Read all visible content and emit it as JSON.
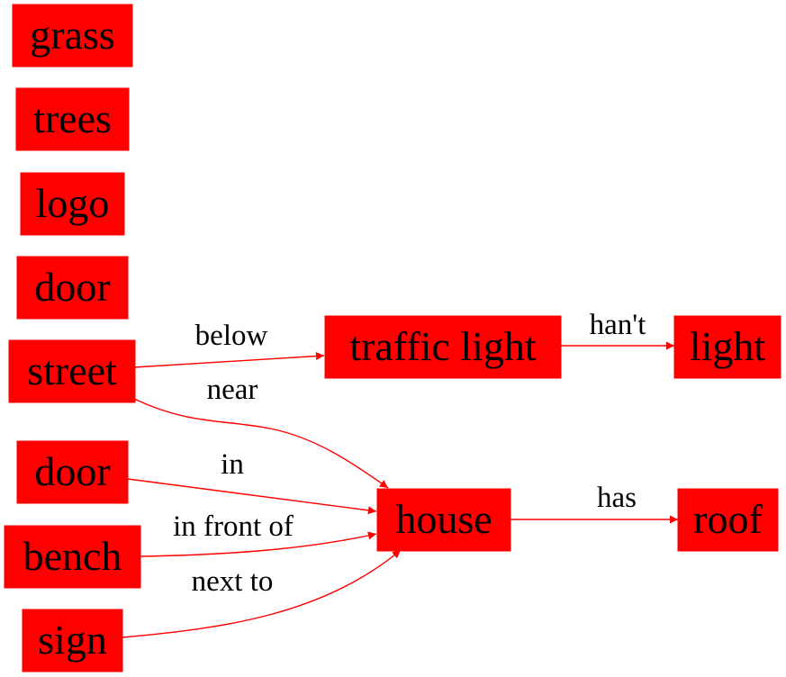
{
  "colors": {
    "node_fill": "#ff0000",
    "edge": "#ff0000",
    "text": "#000000",
    "background": "#ffffff"
  },
  "nodes": {
    "grass": "grass",
    "trees": "trees",
    "logo": "logo",
    "door_1": "door",
    "street": "street",
    "door_2": "door",
    "bench": "bench",
    "sign": "sign",
    "traffic_light": "traffic light",
    "light": "light",
    "house": "house",
    "roof": "roof"
  },
  "edges": [
    {
      "from": "street",
      "to": "traffic light",
      "label": "below"
    },
    {
      "from": "traffic light",
      "to": "light",
      "label": "han't"
    },
    {
      "from": "street",
      "to": "house",
      "label": "near"
    },
    {
      "from": "door",
      "to": "house",
      "label": "in"
    },
    {
      "from": "bench",
      "to": "house",
      "label": "in front of"
    },
    {
      "from": "sign",
      "to": "house",
      "label": "next to"
    },
    {
      "from": "house",
      "to": "roof",
      "label": "has"
    }
  ]
}
